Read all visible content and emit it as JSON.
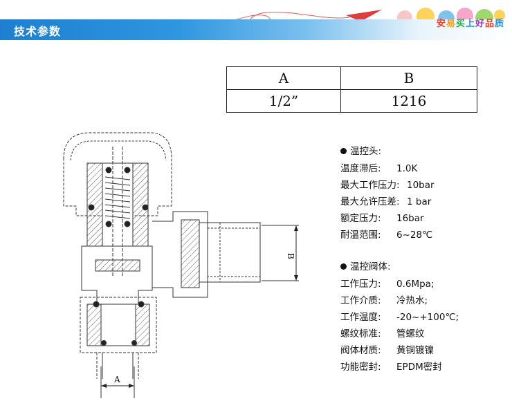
{
  "header": {
    "title": "技术参数",
    "slogan_chars": [
      "安",
      "易",
      "买",
      "上",
      "好",
      "品",
      "质"
    ],
    "slogan_colors": [
      "#e8432e",
      "#f29a1a",
      "#2ba24c",
      "#1f8fd8",
      "#8d3fb0",
      "#e8432e",
      "#1f8fd8"
    ]
  },
  "size_table": {
    "headers": [
      "A",
      "B"
    ],
    "values": [
      "1/2”",
      "1216"
    ]
  },
  "drawing": {
    "dim_b_label": "B",
    "dim_a_label": "A"
  },
  "thermostat_head": {
    "title": "温控头:",
    "rows": [
      {
        "label": "温度滞后:",
        "value": "1.0K"
      },
      {
        "label": "最大工作压力:",
        "value": "10bar"
      },
      {
        "label": "最大允许压差:",
        "value": "1 bar"
      },
      {
        "label": "额定压力:",
        "value": "16bar"
      },
      {
        "label": "耐温范围:",
        "value": "6~28℃"
      }
    ]
  },
  "valve_body": {
    "title": "温控阀体:",
    "rows": [
      {
        "label": "工作压力:",
        "value": "0.6Mpa;"
      },
      {
        "label": "工作介质:",
        "value": "冷热水;"
      },
      {
        "label": "工作温度:",
        "value": "-20~+100℃;"
      },
      {
        "label": "螺纹标准:",
        "value": "管螺纹"
      },
      {
        "label": "阀体材质:",
        "value": "黄铜镀镍"
      },
      {
        "label": "功能密封:",
        "value": "EPDM密封"
      }
    ]
  }
}
